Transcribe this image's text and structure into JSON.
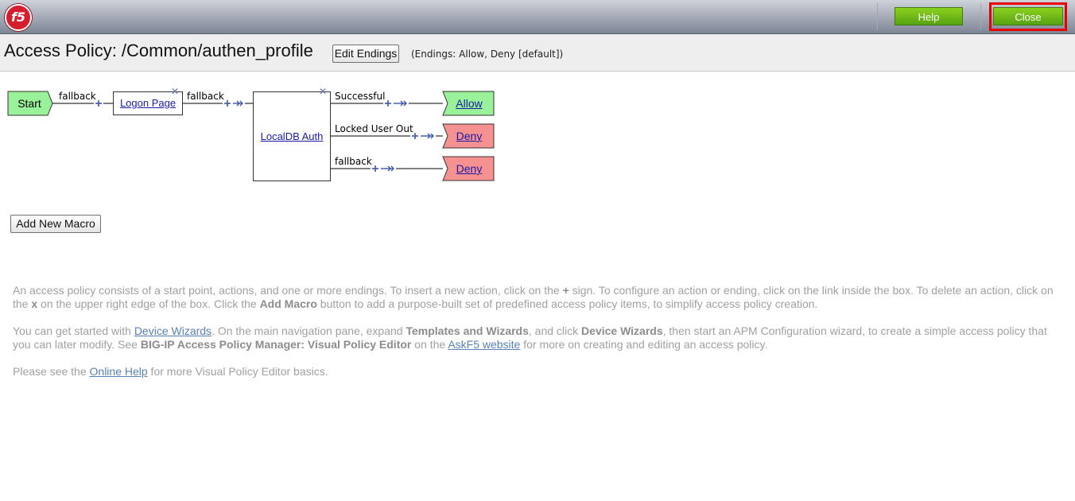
{
  "header": {
    "logo_text": "f5",
    "help_label": "Help",
    "close_label": "Close"
  },
  "policy": {
    "title": "Access Policy: /Common/authen_profile",
    "edit_endings_label": "Edit Endings",
    "endings_note": "(Endings: Allow, Deny [default])"
  },
  "flow": {
    "start": "Start",
    "logon_page": "Logon Page",
    "localdb_auth": "LocalDB Auth",
    "edge_start": "fallback",
    "edge_logon": "fallback",
    "branches": [
      {
        "label": "Successful",
        "ending": "Allow"
      },
      {
        "label": "Locked User Out",
        "ending": "Deny"
      },
      {
        "label": "fallback",
        "ending": "Deny"
      }
    ],
    "colors": {
      "allow": "#99f299",
      "deny": "#f59191",
      "start": "#99f299",
      "connector": "#3d56a8"
    }
  },
  "add_macro_label": "Add New Macro",
  "help": {
    "p1": {
      "t1": "An access policy consists of a start point, actions, and one or more endings. To insert a new action, click on the ",
      "b1": "+",
      "t2": " sign. To configure an action or ending, click on the link inside the box. To delete an action, click on the ",
      "b2": "x",
      "t3": " on the upper right edge of the box. Click the ",
      "b3": "Add Macro",
      "t4": " button to add a purpose-built set of predefined access policy items, to simplify access policy creation."
    },
    "p2": {
      "t1": "You can get started with ",
      "link1": "Device Wizards",
      "t2": ". On the main navigation pane, expand ",
      "b1": "Templates and Wizards",
      "t3": ", and click ",
      "b2": "Device Wizards",
      "t4": ", then start an APM Configuration wizard, to create a simple access policy that you can later modify. See ",
      "b3": "BIG-IP Access Policy Manager: Visual Policy Editor",
      "t5": " on the ",
      "link2": "AskF5 website",
      "t6": " for more on creating and editing an access policy."
    },
    "p3": {
      "t1": "Please see the ",
      "link1": "Online Help",
      "t2": " for more Visual Policy Editor basics."
    }
  }
}
